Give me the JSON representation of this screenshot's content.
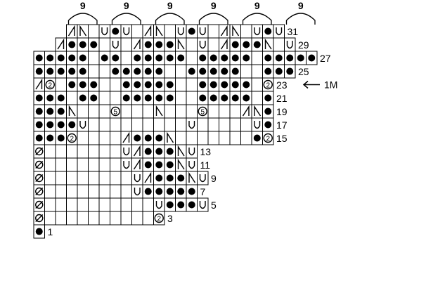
{
  "chart": {
    "rows": [
      {
        "label": "31",
        "offset": 3,
        "cells": "AN.U*U.AN.U*U.AN.U*U"
      },
      {
        "label": "29",
        "offset": 2,
        "cells": "A***.U.A***N.U.A***N.U"
      },
      {
        "label": "27",
        "offset": 0,
        "cells": "*****.**.*****.*****.*****"
      },
      {
        "label": "25",
        "offset": 0,
        "cells": "*****..*****..*****..***"
      },
      {
        "label": "23",
        "offset": 0,
        "cells": "A2.***..*****..*****.2"
      },
      {
        "label": "21",
        "offset": 0,
        "cells": "***.**..*****..*****.*"
      },
      {
        "label": "19",
        "offset": 0,
        "cells": "***N...5...N...5...AN*"
      },
      {
        "label": "17",
        "offset": 0,
        "cells": "****U.........U.....U*"
      },
      {
        "label": "15",
        "offset": 0,
        "cells": "***2....A***N.......*2"
      },
      {
        "label": "13",
        "offset": 0,
        "cells": "0.......UA***NU"
      },
      {
        "label": "11",
        "offset": 0,
        "cells": "0.......UA***NU"
      },
      {
        "label": "9",
        "offset": 0,
        "cells": "0........UA***NU"
      },
      {
        "label": "7",
        "offset": 0,
        "cells": "0........U*****"
      },
      {
        "label": "5",
        "offset": 0,
        "cells": "0..........U***U"
      },
      {
        "label": "3",
        "offset": 0,
        "cells": "0..........2"
      },
      {
        "label": "1",
        "offset": 0,
        "cells": "*"
      }
    ],
    "repeat_labels": [
      {
        "text": "9",
        "col": 3
      },
      {
        "text": "9",
        "col": 7
      },
      {
        "text": "9",
        "col": 11
      },
      {
        "text": "9",
        "col": 15
      },
      {
        "text": "9",
        "col": 19
      },
      {
        "text": "9",
        "col": 23
      }
    ],
    "marker": {
      "row_label": "23",
      "text": "1M"
    }
  }
}
